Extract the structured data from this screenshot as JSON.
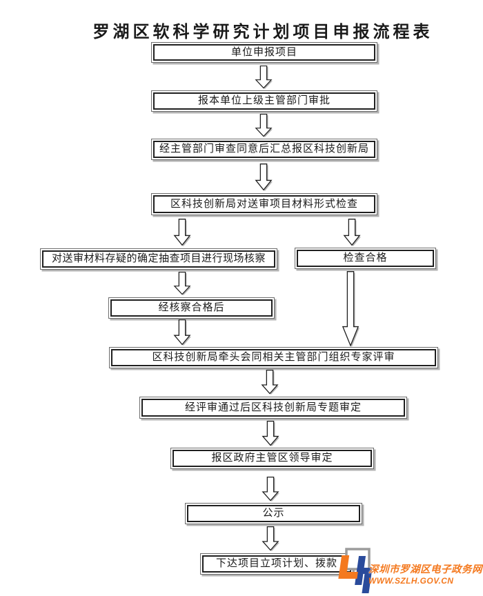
{
  "title": "罗湖区软科学研究计划项目申报流程表",
  "steps": [
    {
      "label": "单位申报项目"
    },
    {
      "label": "报本单位上级主管部门审批"
    },
    {
      "label": "经主管部门审查同意后汇总报区科技创新局"
    },
    {
      "label": "区科技创新局对送审项目材料形式检查"
    },
    {
      "label": "对送审材料存疑的确定抽查项目进行现场核察"
    },
    {
      "label": "检查合格"
    },
    {
      "label": "经核察合格后"
    },
    {
      "label": "区科技创新局牵头会同相关主管部门组织专家评审"
    },
    {
      "label": "经评审通过后区科技创新局专题审定"
    },
    {
      "label": "报区政府主管区领导审定"
    },
    {
      "label": "公示"
    },
    {
      "label": "下达项目立项计划、拨款"
    }
  ],
  "watermark": {
    "site_name": "深圳市罗湖区电子政务网",
    "site_url": "WWW.SZLH.GOV.CN",
    "colors": {
      "orange": "#f4791f",
      "blue": "#2a4b9b",
      "gray": "#9c9c9c"
    }
  }
}
